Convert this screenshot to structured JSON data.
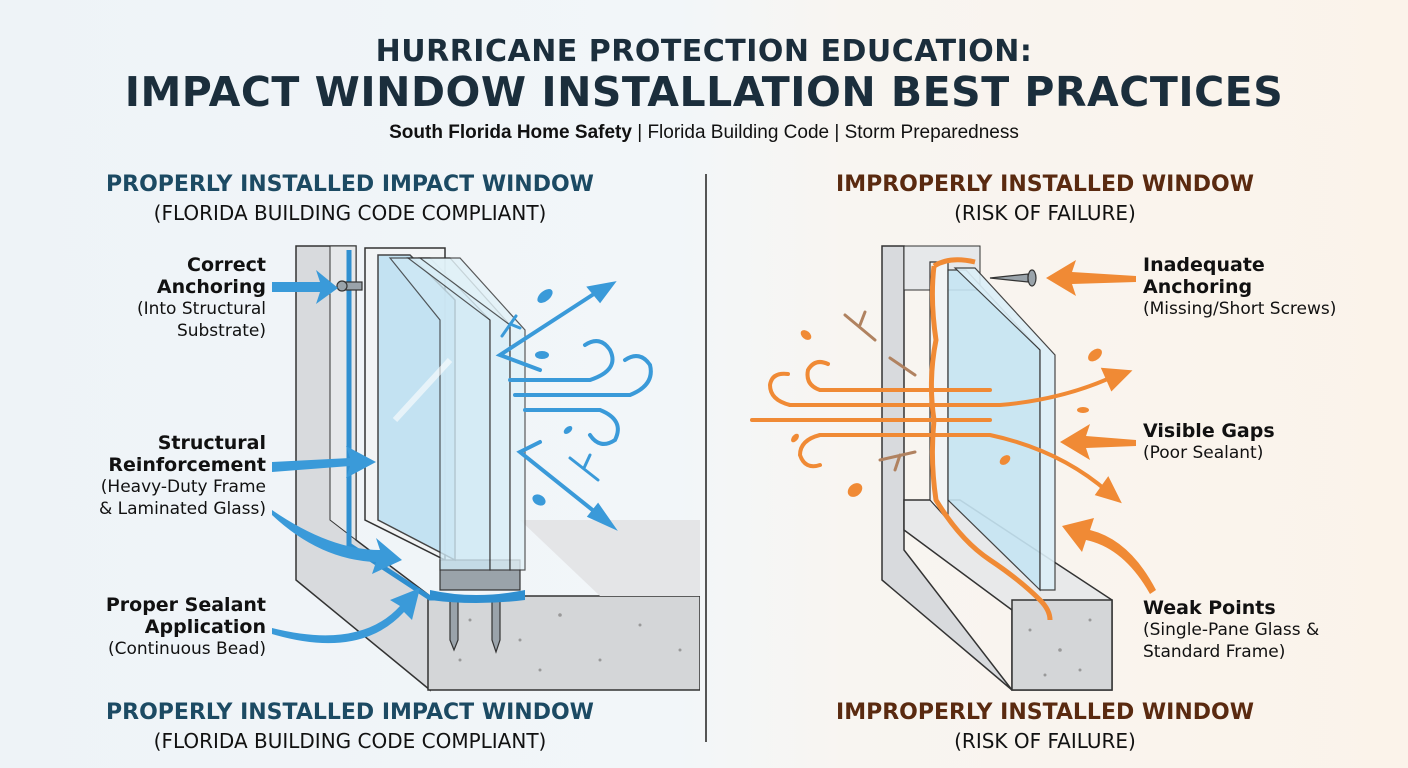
{
  "header": {
    "title_line1": "HURRICANE PROTECTION EDUCATION:",
    "title_line2": "IMPACT WINDOW INSTALLATION BEST PRACTICES",
    "subtitle_bold": "South Florida Home Safety",
    "subtitle_sep1": " | ",
    "subtitle_part2": "Florida Building Code",
    "subtitle_sep2": " | ",
    "subtitle_part3": "Storm Preparedness"
  },
  "left_panel": {
    "heading": "PROPERLY INSTALLED IMPACT WINDOW",
    "subheading": "(FLORIDA BUILDING CODE COMPLIANT)",
    "footer_heading": "PROPERLY INSTALLED IMPACT WINDOW",
    "footer_subheading": "(FLORIDA BUILDING CODE COMPLIANT)",
    "accent_color": "#3a9ad9",
    "heading_color": "#1c4a63",
    "callouts": [
      {
        "title_l1": "Correct",
        "title_l2": "Anchoring",
        "desc_l1": "(Into Structural",
        "desc_l2": "Substrate)"
      },
      {
        "title_l1": "Structural",
        "title_l2": "Reinforcement",
        "desc_l1": "(Heavy-Duty Frame",
        "desc_l2": "& Laminated Glass)"
      },
      {
        "title_l1": "Proper Sealant",
        "title_l2": "Application",
        "desc_l1": "(Continuous Bead)"
      }
    ],
    "illustration_icons": [
      "triple-pane-window-icon",
      "screw-icon",
      "wind-deflect-icon",
      "leaf-icon",
      "twig-icon",
      "concrete-sill-icon"
    ]
  },
  "right_panel": {
    "heading": "IMPROPERLY INSTALLED WINDOW",
    "subheading": "(RISK OF FAILURE)",
    "footer_heading": "IMPROPERLY INSTALLED WINDOW",
    "footer_subheading": "(RISK OF FAILURE)",
    "accent_color": "#f08a35",
    "heading_color": "#5a2a10",
    "callouts": [
      {
        "title_l1": "Inadequate",
        "title_l2": "Anchoring",
        "desc_l1": "(Missing/Short Screws)"
      },
      {
        "title": "Visible Gaps",
        "desc_l1": "(Poor Sealant)"
      },
      {
        "title": "Weak Points",
        "desc_l1": "(Single-Pane Glass &",
        "desc_l2": "Standard Frame)"
      }
    ],
    "illustration_icons": [
      "double-pane-window-icon",
      "loose-screw-icon",
      "wind-penetrate-icon",
      "leaf-icon",
      "twig-icon",
      "concrete-sill-icon"
    ]
  }
}
